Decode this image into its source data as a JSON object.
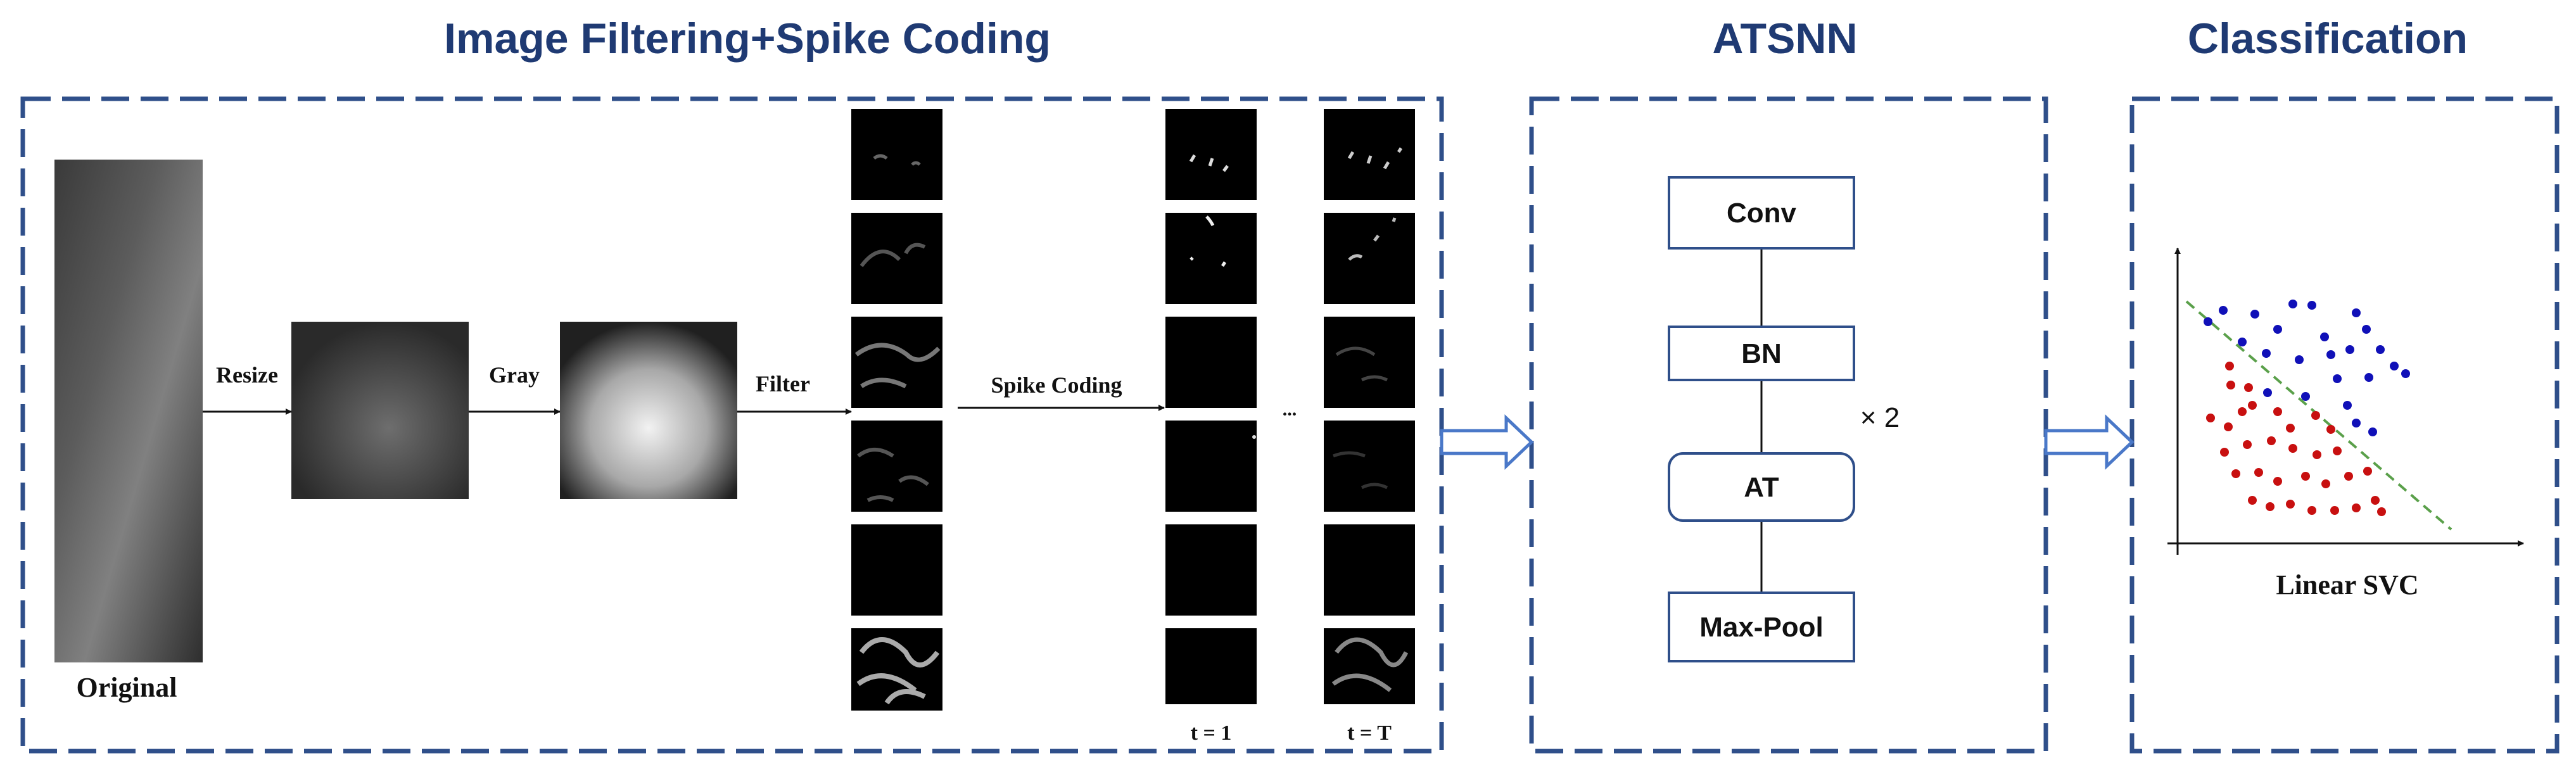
{
  "titles": {
    "filtering": "Image Filtering+Spike Coding",
    "atsnn": "ATSNN",
    "classification": "Classification"
  },
  "labels": {
    "original": "Original",
    "resize": "Resize",
    "gray": "Gray",
    "filter": "Filter",
    "spike_coding": "Spike Coding",
    "ellipsis": "...",
    "t1": "t = 1",
    "tT": "t = T",
    "repeat": "× 2",
    "svc": "Linear SVC"
  },
  "atsnn_layers": [
    "Conv",
    "BN",
    "AT",
    "Max-Pool"
  ],
  "colors": {
    "frame": "#2f4f8a",
    "title": "#1f3a73",
    "arrow_outline": "#4a78c8",
    "class_a": "#1010b8",
    "class_b": "#c81010",
    "boundary": "#5aa04a"
  }
}
